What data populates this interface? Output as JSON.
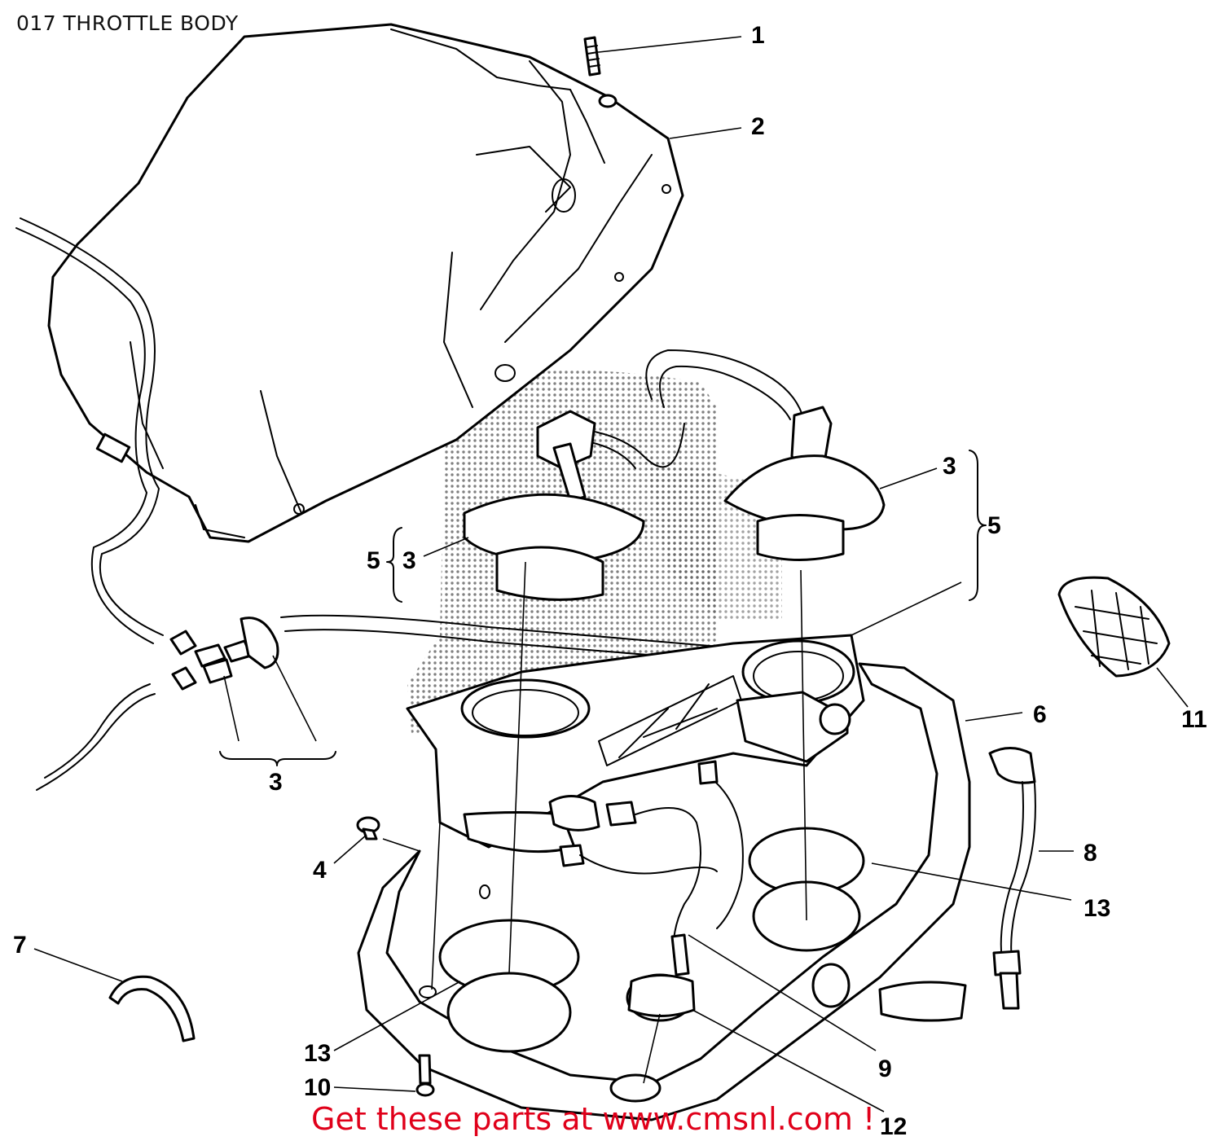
{
  "title": "017 THROTTLE BODY",
  "footer": {
    "text": "Get these parts at www.cmsnl.com !",
    "color": "#e0001a"
  },
  "callouts": {
    "c1": "1",
    "c2": "2",
    "c3_right": "3",
    "c5_right": "5",
    "c3_left": "3",
    "c5_left": "5",
    "c3_bottom": "3",
    "c4": "4",
    "c6": "6",
    "c7": "7",
    "c8": "8",
    "c9": "9",
    "c10": "10",
    "c11": "11",
    "c12": "12",
    "c13_right": "13",
    "c13_left": "13"
  }
}
